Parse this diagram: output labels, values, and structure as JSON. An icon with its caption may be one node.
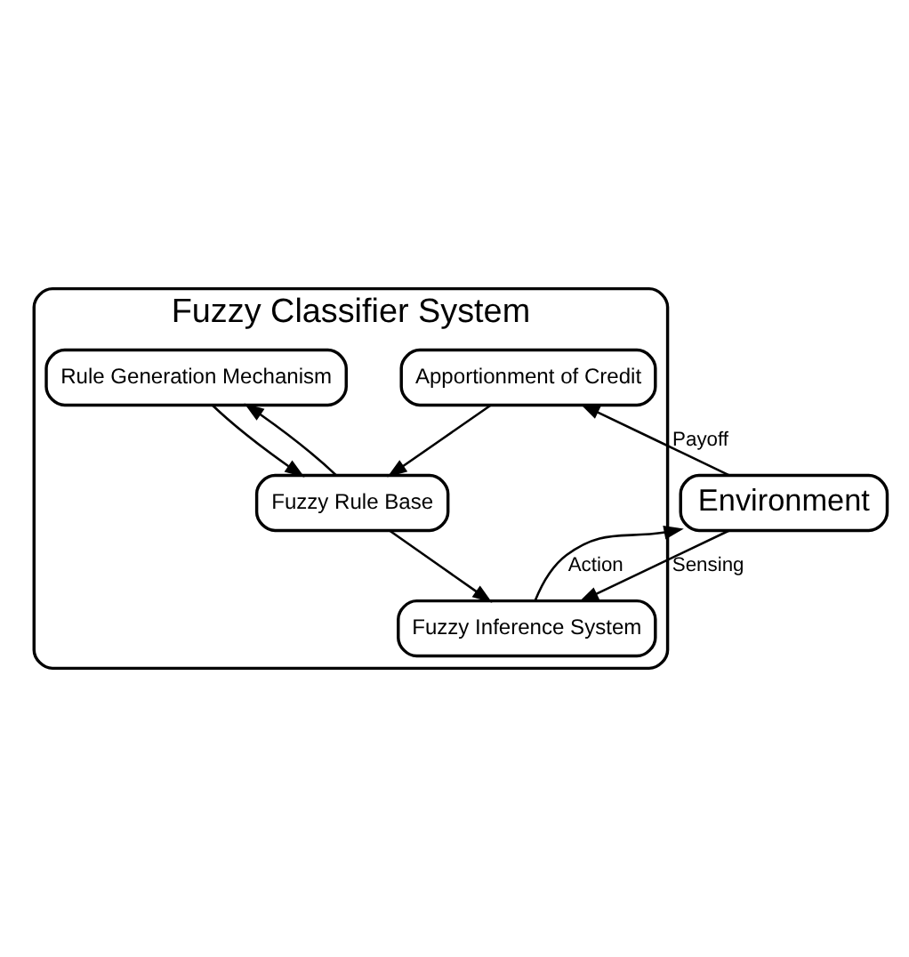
{
  "diagram": {
    "nodes": [
      {
        "text": [
          "Fuzzy Classifier System"
        ]
      },
      {
        "text": [
          "Rule Generation Mechanism"
        ],
        "in": 0
      },
      {
        "text": [
          "Fuzzy Rule Base"
        ],
        "in": 0
      },
      {
        "text": [
          "Fuzzy Inference System"
        ],
        "in": 0
      },
      {
        "text": [
          "Apportionment of Credit"
        ],
        "in": 0
      },
      {
        "text": [
          "Environment"
        ]
      }
    ],
    "edges": [
      {
        "from": 1,
        "to": 2,
        "arrow": "to"
      },
      {
        "from": 2,
        "to": 1,
        "arrow": "to"
      },
      {
        "from": 2,
        "to": 3,
        "arrow": "to"
      },
      {
        "from": 4,
        "to": 2,
        "arrow": "to"
      },
      {
        "from": 5,
        "to": 3,
        "arrow": "to",
        "label": "Sensing"
      },
      {
        "from": 3,
        "to": 5,
        "arrow": "to",
        "label": "Action"
      },
      {
        "from": 5,
        "to": 4,
        "arrow": "to",
        "label": "Payoff"
      }
    ]
  }
}
